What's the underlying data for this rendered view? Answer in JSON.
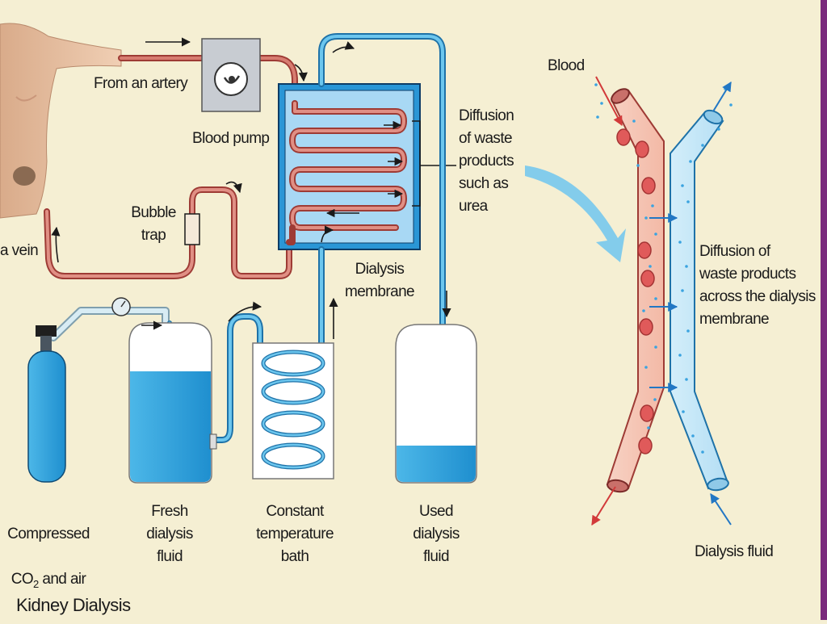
{
  "title": "Kidney Dialysis",
  "labels": {
    "from_artery": "From an artery",
    "blood_pump": "Blood pump",
    "bubble_trap": "Bubble\ntrap",
    "to_vein": "a vein",
    "dialysis_membrane": "Dialysis\nmembrane",
    "diffusion_urea": "Diffusion\nof waste\nproducts\nsuch as\nurea",
    "compressed_gas_line1": "Compressed",
    "compressed_gas_co": "CO",
    "compressed_gas_sub": "2",
    "compressed_gas_rest": " and air",
    "fresh_fluid": "Fresh\ndialysis\nfluid",
    "temp_bath": "Constant\ntemperature\nbath",
    "used_fluid": "Used\ndialysis\nfluid",
    "blood": "Blood",
    "diffusion_membrane": "Diffusion of\nwaste products\nacross the dialysis\nmembrane",
    "dialysis_fluid": "Dialysis fluid"
  },
  "colors": {
    "background": "#f5efd3",
    "blood_tube": "#c0504a",
    "dialysate_tube": "#4aaee0",
    "fluid": "#2fa6dd",
    "accent_bar": "#7a2a7c"
  }
}
